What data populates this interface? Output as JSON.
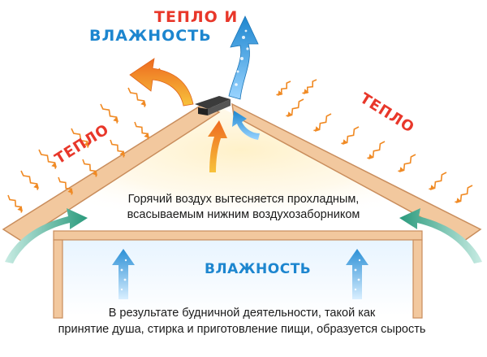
{
  "labels": {
    "top_line1": "ТЕПЛО И",
    "top_line2": "ВЛАЖНОСТЬ",
    "heat_left": "ТЕПЛО",
    "heat_right": "ТЕПЛО",
    "humidity": "ВЛАЖНОСТЬ"
  },
  "captions": {
    "attic_line1": "Горячий воздух вытесняется прохладным,",
    "attic_line2": "всасываемым нижним воздухозаборником",
    "room_line1": "В результате будничной деятельности, такой как",
    "room_line2": "принятие душа, стирка и приготовление пищи, образуется сырость"
  },
  "colors": {
    "heat": "#e8372a",
    "humidity": "#1d86cf",
    "warm_arrow": "#f08a24",
    "cool_arrow": "#3aa5e6",
    "intake_arrow": "#2a9a7c",
    "wood": "#f2c89e",
    "wood_edge": "#c98d5c"
  },
  "icons": {
    "ridge_vent": "ridge-vent-icon",
    "sun_rays": "heat-ray-icon"
  }
}
